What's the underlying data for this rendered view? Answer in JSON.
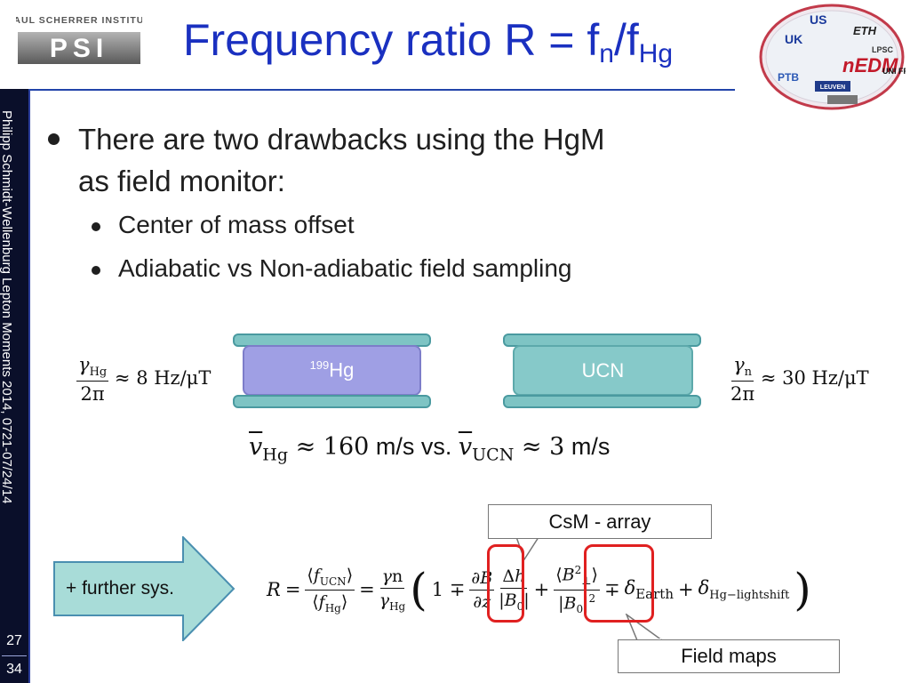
{
  "header": {
    "title_main": "Frequency ratio R = f",
    "title_sub1": "n",
    "title_mid": "/f",
    "title_sub2": "Hg",
    "psi_institute": "PAUL SCHERRER INSTITUT",
    "psi_mark": "PSI",
    "collab_logo_text": "nEDM",
    "collab_members": [
      "US",
      "UK",
      "ETH",
      "LPSC",
      "PTB",
      "LEUVEN",
      "UNI FR"
    ]
  },
  "sidebar": {
    "vertical_text": "Philipp Schmidt-Wellenburg   Lepton Moments 2014, 0721-07/24/14",
    "slide_number": "27",
    "total": "34"
  },
  "bullets": {
    "main_line1": "There are two drawbacks using the HgM",
    "main_line2": "as field monitor:",
    "sub1": "Center of mass offset",
    "sub2": "Adiabatic vs Non-adiabatic field sampling"
  },
  "cells": {
    "hg_sup": "199",
    "hg_label": "Hg",
    "ucn_label": "UCN",
    "hg_gamma_num": "γ",
    "hg_gamma_num_sub": "Hg",
    "hg_gamma_den": "2π",
    "hg_gamma_value": "≈ 8 Hz/μT",
    "n_gamma_num": "γ",
    "n_gamma_num_sub": "n",
    "n_gamma_den": "2π",
    "n_gamma_value": "≈ 30 Hz/μT"
  },
  "velocity": {
    "v_hg_sub": "Hg",
    "approx1": "≈ 160",
    "unit1": "m/s vs.",
    "v_ucn_sub": "UCN",
    "approx2": "≈ 3",
    "unit2": "m/s"
  },
  "arrow_label": "+ further sys.",
  "callouts": {
    "csm": "CsM - array",
    "field_maps": "Field maps"
  },
  "colors": {
    "title": "#1a30c0",
    "hg_cell": "#9f9fe4",
    "ucn_cell": "#86c9c9",
    "plate": "#7ec4c4",
    "arrow": "#a8dcd8",
    "highlight": "#e02020",
    "sidebar": "#0a0f2a"
  }
}
